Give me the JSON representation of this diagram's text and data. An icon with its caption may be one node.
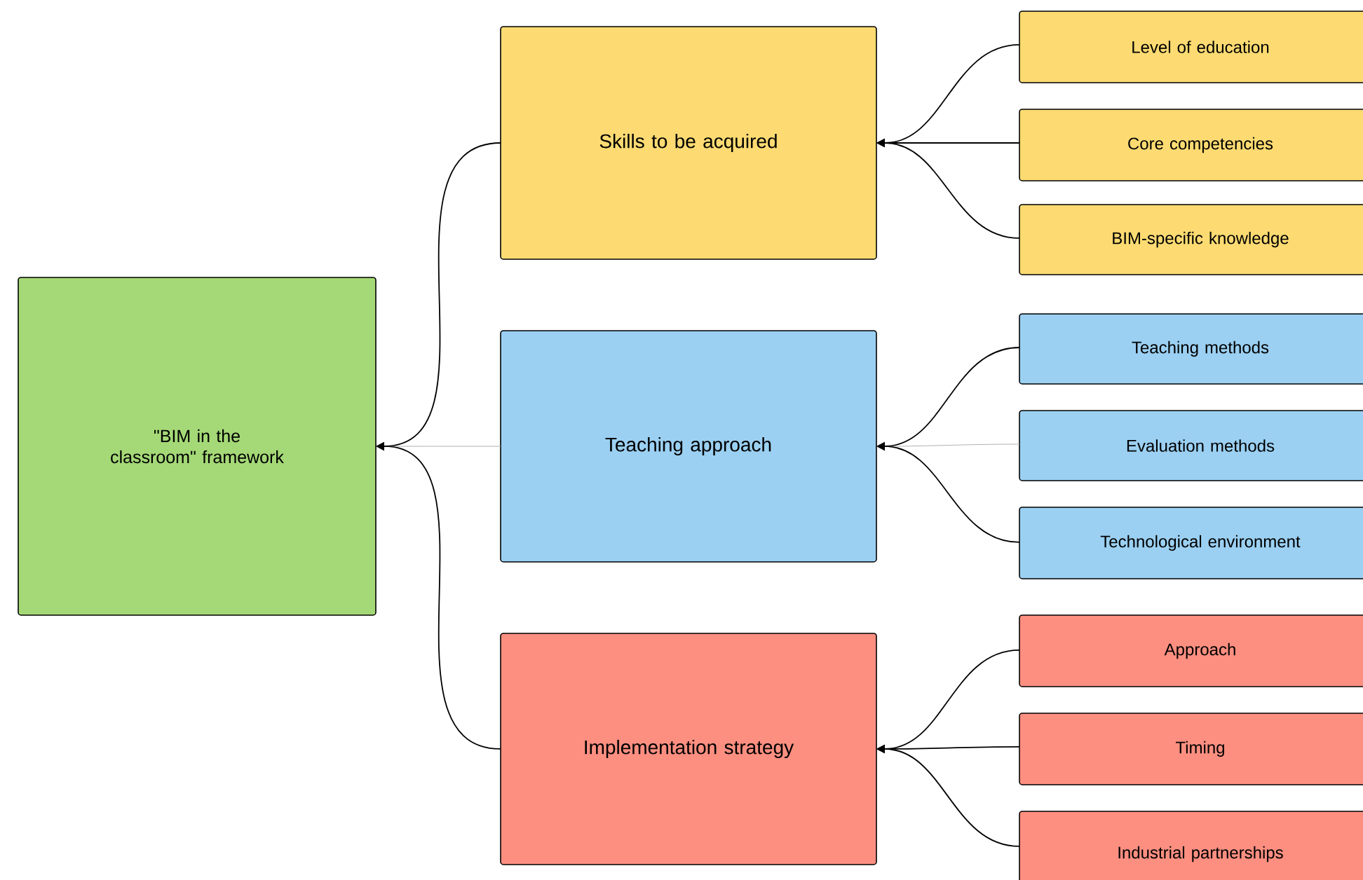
{
  "diagram": {
    "nodes": [
      {
        "text": [
          "\"BIM in the classroom\" framework"
        ]
      },
      {
        "text": [
          "Skills to be acquired"
        ]
      },
      {
        "text": [
          "Teaching approach"
        ]
      },
      {
        "text": [
          "Implementation strategy"
        ]
      },
      {
        "text": [
          "Level of education"
        ]
      },
      {
        "text": [
          "Core competencies"
        ]
      },
      {
        "text": [
          "BIM-specific knowledge"
        ]
      },
      {
        "text": [
          "Teaching methods"
        ]
      },
      {
        "text": [
          "Evaluation methods"
        ]
      },
      {
        "text": [
          "Technological environment"
        ]
      },
      {
        "text": [
          "Approach"
        ]
      },
      {
        "text": [
          "Timing"
        ]
      },
      {
        "text": [
          "Industrial partnerships"
        ]
      }
    ],
    "edges": [
      {
        "from": 1,
        "to": 0,
        "arrow": "to"
      },
      {
        "from": 2,
        "to": 0,
        "arrow": "to",
        "color": "#b0b0b0"
      },
      {
        "from": 3,
        "to": 0,
        "arrow": "to"
      },
      {
        "from": 4,
        "to": 1,
        "arrow": "to"
      },
      {
        "from": 5,
        "to": 1,
        "arrow": "to"
      },
      {
        "from": 6,
        "to": 1,
        "arrow": "to"
      },
      {
        "from": 7,
        "to": 2,
        "arrow": "to"
      },
      {
        "from": 8,
        "to": 2,
        "arrow": "to",
        "color": "#b0b0b0"
      },
      {
        "from": 9,
        "to": 2,
        "arrow": "to"
      },
      {
        "from": 10,
        "to": 3,
        "arrow": "to"
      },
      {
        "from": 11,
        "to": 3,
        "arrow": "to"
      },
      {
        "from": 12,
        "to": 3,
        "arrow": "to"
      }
    ]
  }
}
